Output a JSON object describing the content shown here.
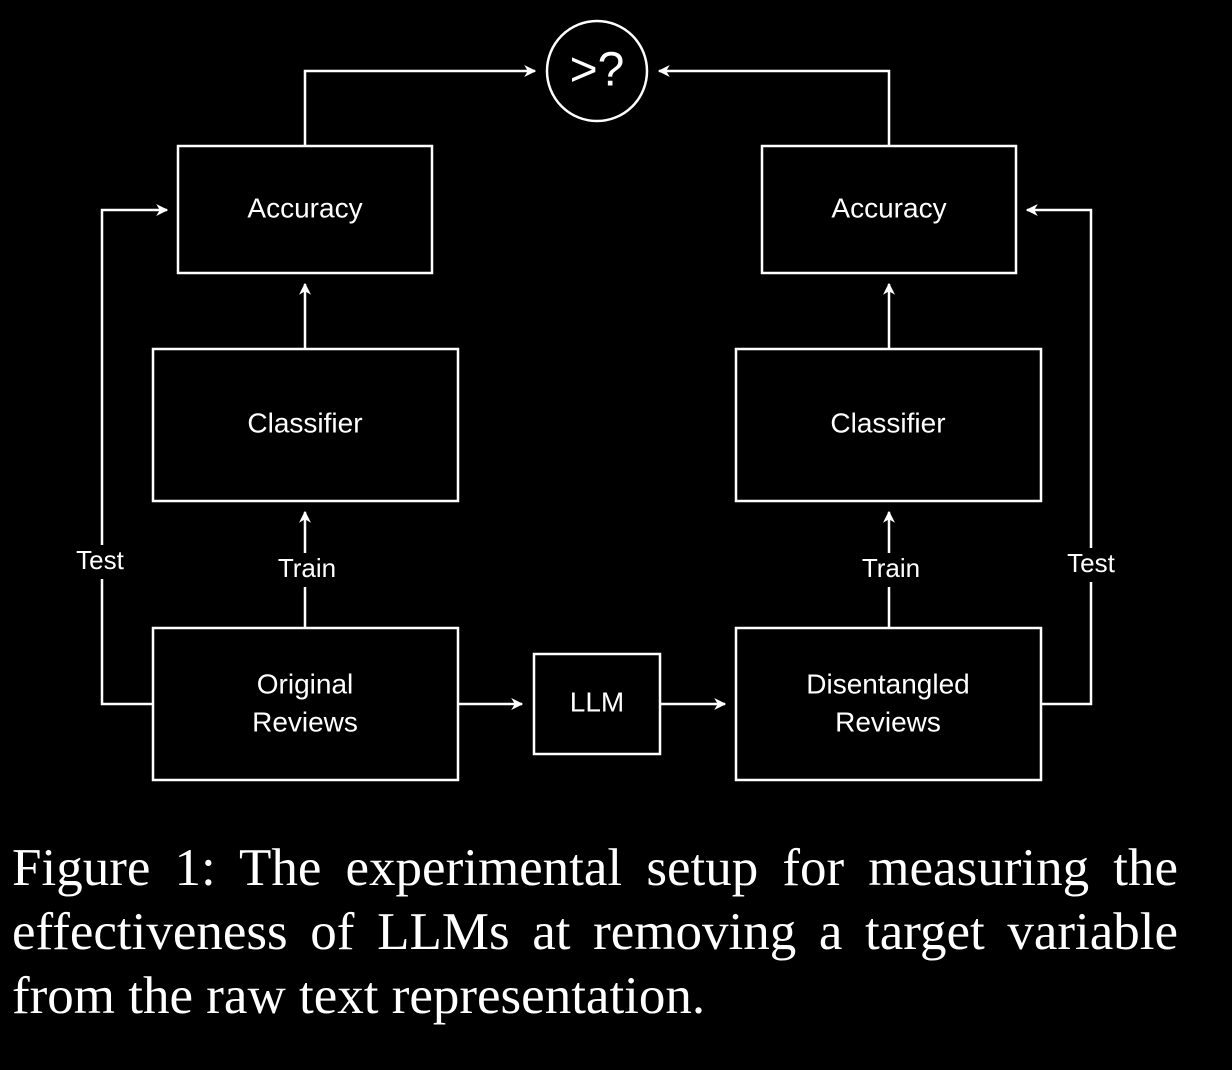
{
  "diagram": {
    "comparison_node": ">?",
    "left": {
      "accuracy": "Accuracy",
      "classifier": "Classifier",
      "data": [
        "Original",
        "Reviews"
      ],
      "train_label": "Train",
      "test_label": "Test"
    },
    "middle": {
      "transform": "LLM"
    },
    "right": {
      "accuracy": "Accuracy",
      "classifier": "Classifier",
      "data": [
        "Disentangled",
        "Reviews"
      ],
      "train_label": "Train",
      "test_label": "Test"
    },
    "colors": {
      "background": "#000000",
      "foreground": "#ffffff"
    }
  },
  "caption": "Figure 1: The experimental setup for measuring the effectiveness of LLMs at removing a target variable from the raw text representation."
}
